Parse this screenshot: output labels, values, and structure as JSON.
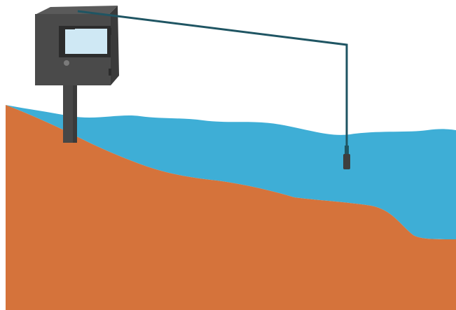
{
  "scene": {
    "background_color": "#ffffff",
    "soil_color": "#d5733b",
    "water_color": "#3eaed6",
    "enclosure": {
      "front_color": "#4a4a4a",
      "side_color": "#3a3a3a",
      "top_color": "#5a5a5a",
      "screen_color": "#cfe8f4",
      "screen_frame_color": "#2c2c2c",
      "indicator_color": "#7a7a7a",
      "post_color": "#474747"
    },
    "cable_color": "#1f5563",
    "sensor_color": "#3e3e3e",
    "icons": [
      "logger-enclosure",
      "mounting-post",
      "sensor-cable",
      "water-level-sensor"
    ]
  }
}
